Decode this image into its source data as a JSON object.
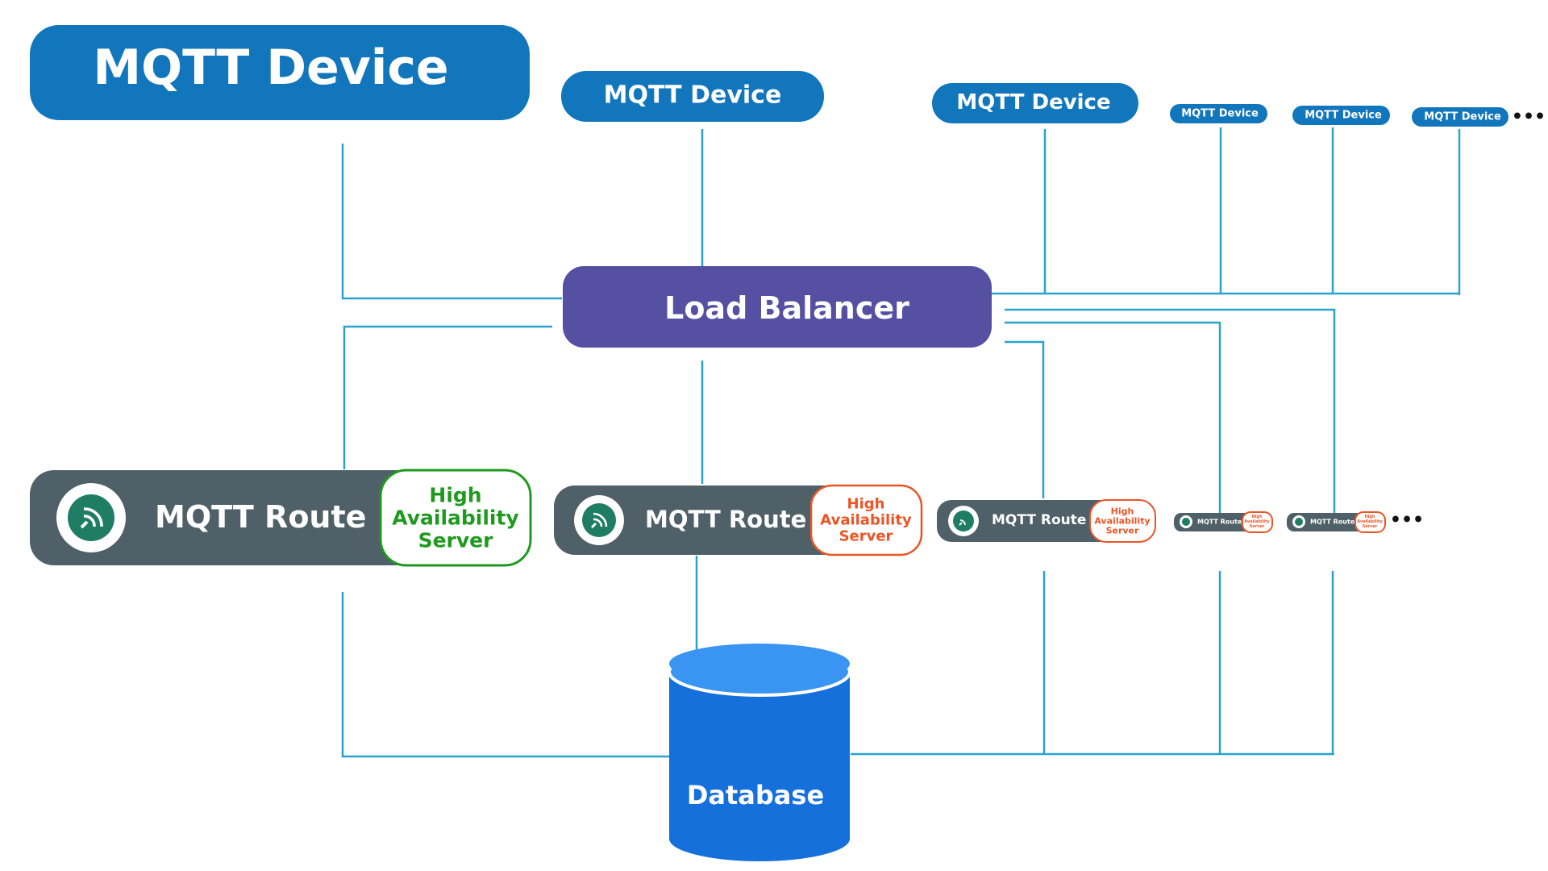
{
  "devices": [
    {
      "label": "MQTT Device"
    },
    {
      "label": "MQTT Device"
    },
    {
      "label": "MQTT Device"
    },
    {
      "label": "MQTT Device"
    },
    {
      "label": "MQTT Device"
    },
    {
      "label": "MQTT Device"
    }
  ],
  "devices_more": "•••",
  "load_balancer": {
    "label": "Load Balancer"
  },
  "routes": [
    {
      "label": "MQTT Route",
      "ha": [
        "High",
        "Availability",
        "Server"
      ]
    },
    {
      "label": "MQTT Route",
      "ha": [
        "High",
        "Availability",
        "Server"
      ]
    },
    {
      "label": "MQTT Route",
      "ha": [
        "High",
        "Availability",
        "Server"
      ]
    },
    {
      "label": "MQTT Route",
      "ha": [
        "High",
        "Availability",
        "Server"
      ]
    },
    {
      "label": "MQTT Route",
      "ha": [
        "High",
        "Availability",
        "Server"
      ]
    }
  ],
  "routes_more": "•••",
  "database": {
    "label": "Database"
  },
  "colors": {
    "device": "#1276bd",
    "load_balancer": "#5550a2",
    "route": "#4f6068",
    "ha_primary": "#1f9a1f",
    "ha_secondary": "#ec5424",
    "database_top": "#3a95f2",
    "database_body": "#1670dc",
    "connector": "#2aa2d0"
  }
}
